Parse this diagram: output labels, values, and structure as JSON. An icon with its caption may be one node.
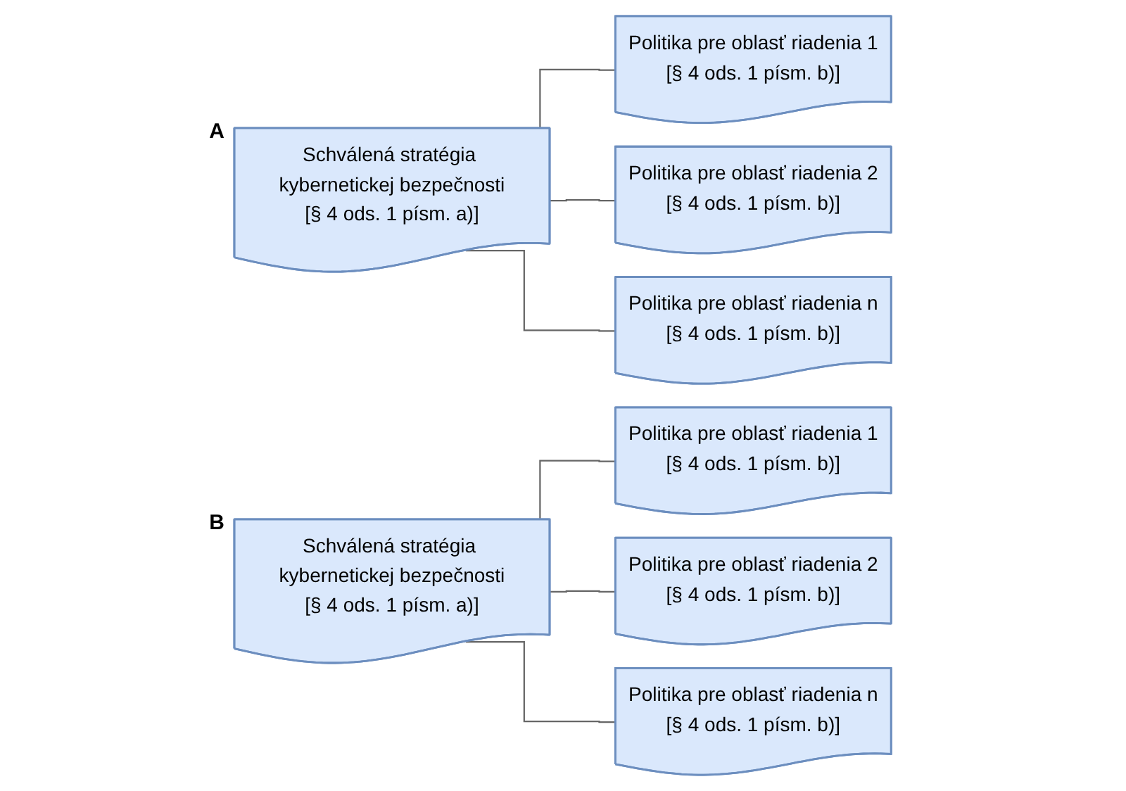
{
  "diagram": {
    "nodes": [
      {
        "text": [
          "Schválená stratégia kybernetickej bezpečnosti",
          "[§ 4 ods. 1 písm. a)]"
        ]
      },
      {
        "text": [
          "Politika pre oblasť riadenia 1",
          "[§ 4 ods. 1 písm. b)]"
        ]
      },
      {
        "text": [
          "Politika pre oblasť riadenia 2",
          "[§ 4 ods. 1 písm. b)]"
        ]
      },
      {
        "text": [
          "Politika pre oblasť riadenia n",
          "[§ 4 ods. 1 písm. b)]"
        ]
      },
      {
        "text": [
          "Schválená stratégia kybernetickej bezpečnosti",
          "[§ 4 ods. 1 písm. a)]"
        ]
      },
      {
        "text": [
          "Politika pre oblasť riadenia 1",
          "[§ 4 ods. 1 písm. b)]"
        ]
      },
      {
        "text": [
          "Politika pre oblasť riadenia 2",
          "[§ 4 ods. 1 písm. b)]"
        ]
      },
      {
        "text": [
          "Politika pre oblasť riadenia n",
          "[§ 4 ods. 1 písm. b)]"
        ]
      }
    ],
    "edges": [
      {
        "from": 0,
        "to": 1,
        "arrow": "none"
      },
      {
        "from": 0,
        "to": 2,
        "arrow": "none"
      },
      {
        "from": 0,
        "to": 3,
        "arrow": "none"
      },
      {
        "from": 4,
        "to": 5,
        "arrow": "none"
      },
      {
        "from": 4,
        "to": 6,
        "arrow": "none"
      },
      {
        "from": 4,
        "to": 7,
        "arrow": "none"
      }
    ],
    "labels": [
      "A",
      "B"
    ]
  }
}
